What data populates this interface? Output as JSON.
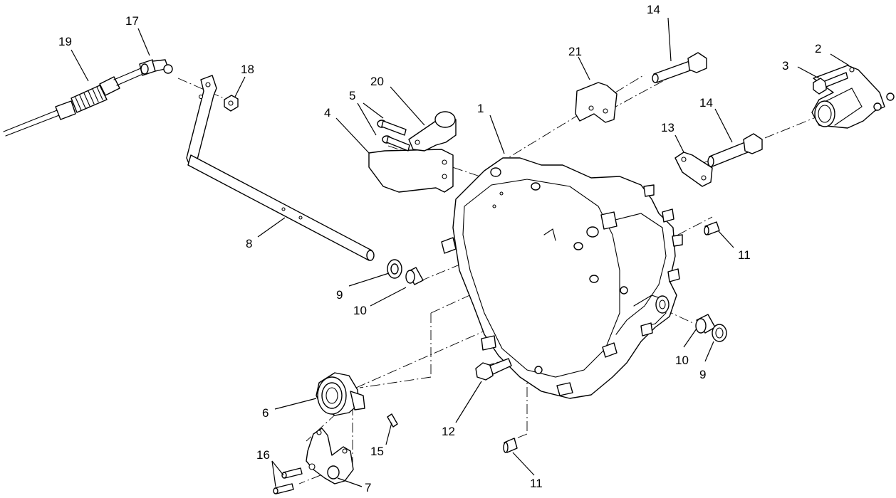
{
  "callouts": [
    {
      "id": "1",
      "text": "1"
    },
    {
      "id": "2",
      "text": "2"
    },
    {
      "id": "3",
      "text": "3"
    },
    {
      "id": "4",
      "text": "4"
    },
    {
      "id": "5",
      "text": "5"
    },
    {
      "id": "6",
      "text": "6"
    },
    {
      "id": "7",
      "text": "7"
    },
    {
      "id": "8",
      "text": "8"
    },
    {
      "id": "9a",
      "text": "9"
    },
    {
      "id": "9b",
      "text": "9"
    },
    {
      "id": "10a",
      "text": "10"
    },
    {
      "id": "10b",
      "text": "10"
    },
    {
      "id": "11a",
      "text": "11"
    },
    {
      "id": "11b",
      "text": "11"
    },
    {
      "id": "12",
      "text": "12"
    },
    {
      "id": "13",
      "text": "13"
    },
    {
      "id": "14a",
      "text": "14"
    },
    {
      "id": "14b",
      "text": "14"
    },
    {
      "id": "15",
      "text": "15"
    },
    {
      "id": "16",
      "text": "16"
    },
    {
      "id": "17",
      "text": "17"
    },
    {
      "id": "18",
      "text": "18"
    },
    {
      "id": "19",
      "text": "19"
    },
    {
      "id": "20",
      "text": "20"
    },
    {
      "id": "21",
      "text": "21"
    }
  ]
}
